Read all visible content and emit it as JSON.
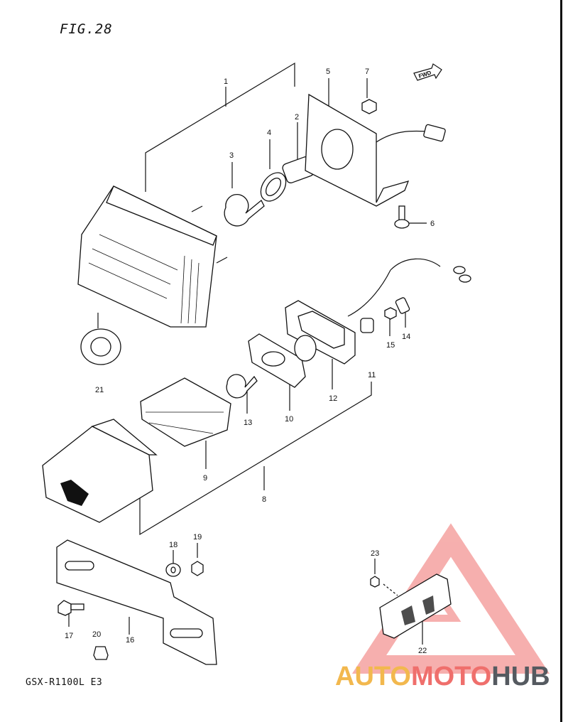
{
  "figure_title": "FIG.28",
  "model_code": "GSX-R1100L E3",
  "fwd_label": "FWD",
  "watermark": {
    "part1": "AUTO",
    "part2": "MOTO",
    "part3": "HUB",
    "color_orange": "#f2b84e",
    "color_red": "#ef6f6c",
    "color_gray": "#555a60"
  },
  "part_numbers": [
    "1",
    "2",
    "3",
    "4",
    "5",
    "6",
    "7",
    "8",
    "9",
    "10",
    "11",
    "12",
    "13",
    "14",
    "15",
    "16",
    "17",
    "18",
    "19",
    "20",
    "21",
    "22",
    "23"
  ]
}
